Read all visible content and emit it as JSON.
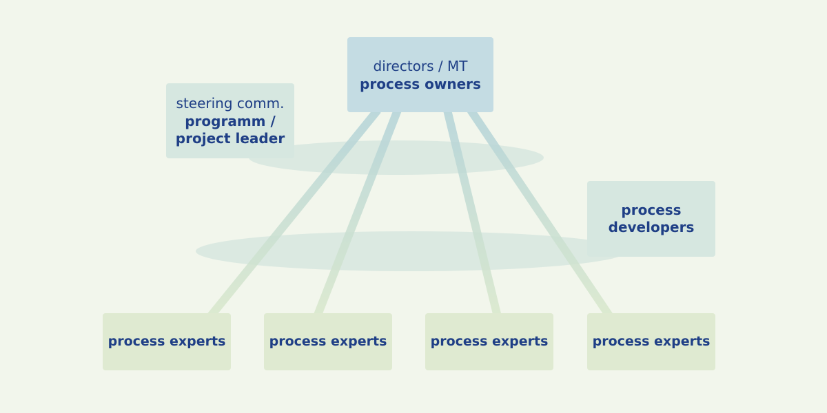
{
  "nodes": {
    "top": {
      "line1": "directors / MT",
      "line2": "process owners"
    },
    "steering": {
      "line1": "steering comm.",
      "line2": "programm /",
      "line3": "project leader"
    },
    "developers": {
      "line1": "process",
      "line2": "developers"
    },
    "experts": [
      {
        "label": "process experts"
      },
      {
        "label": "process experts"
      },
      {
        "label": "process experts"
      },
      {
        "label": "process experts"
      }
    ]
  },
  "colors": {
    "background": "#f2f6ec",
    "text": "#1f3f86",
    "top_box": "#c4dce3",
    "side_box": "#d6e7e0",
    "expert_box": "#dfead1",
    "ellipse": "#c8dfd9"
  }
}
